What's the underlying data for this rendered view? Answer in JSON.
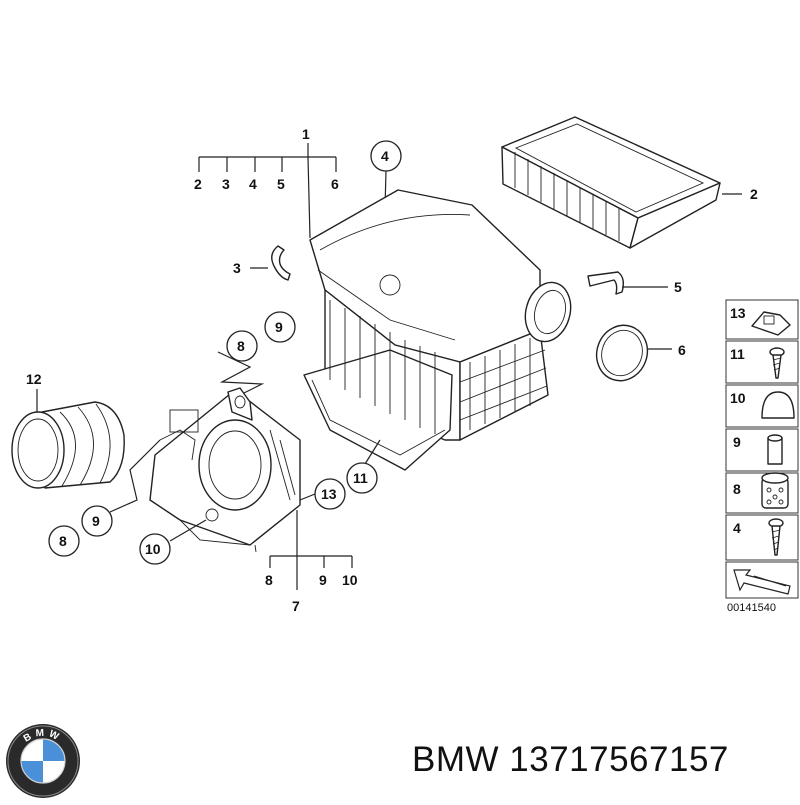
{
  "diagram": {
    "callouts": {
      "c1": "1",
      "c2_top": "2",
      "c3_top": "3",
      "c4_top": "4",
      "c5_top": "5",
      "c6_top": "6",
      "c4_circle": "4",
      "c2_filter": "2",
      "c3_clip": "3",
      "c5_clip": "5",
      "c6_ring": "6",
      "c12": "12",
      "c9_upper": "9",
      "c8_upper": "8",
      "c13": "13",
      "c11": "11",
      "c9_lower": "9",
      "c8_lower": "8",
      "c10_lower": "10",
      "c8_bottom": "8",
      "c9_bottom": "9",
      "c10_bottom": "10",
      "c7": "7"
    },
    "legend": {
      "items": [
        {
          "number": "13",
          "part": "clip-nut"
        },
        {
          "number": "11",
          "part": "screw"
        },
        {
          "number": "10",
          "part": "rubber-cap"
        },
        {
          "number": "9",
          "part": "bushing"
        },
        {
          "number": "8",
          "part": "rubber-mount"
        },
        {
          "number": "4",
          "part": "screw"
        }
      ]
    },
    "diagram_code": "00141540"
  },
  "footer": {
    "brand_logo_text": "BMW",
    "part_number_label": "BMW 13717567157"
  }
}
